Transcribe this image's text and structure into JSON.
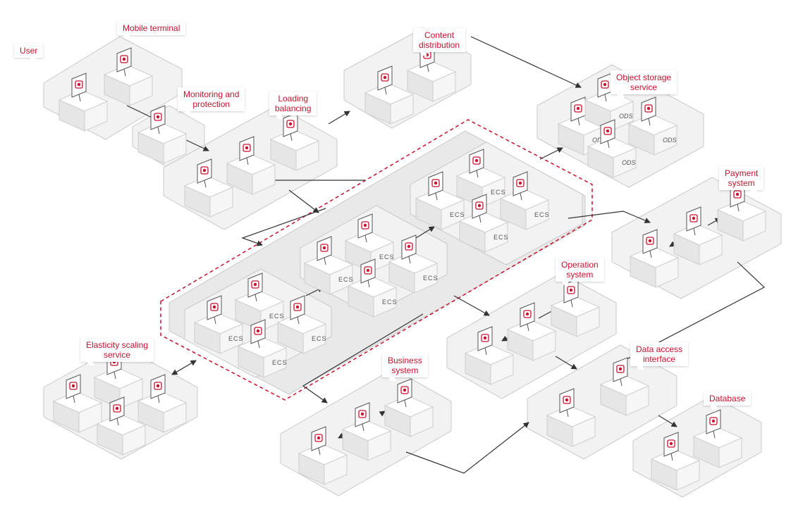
{
  "labels": {
    "user": "User",
    "mobile_terminal": "Mobile terminal",
    "monitoring": "Monitoring and\nprotection",
    "loading_balancing": "Loading\nbalancing",
    "content_distribution": "Content\ndistribution",
    "object_storage": "Object storage\nservice",
    "payment_system": "Payment\nsystem",
    "operation_system": "Operation\nsystem",
    "data_access": "Data access\ninterface",
    "database": "Database",
    "business_system": "Business\nsystem",
    "elasticity": "Elasticity scaling\nservice"
  },
  "box_tags": {
    "ecs": "ECS",
    "ods": "ODS"
  },
  "colors": {
    "accent": "#c7102e",
    "line": "#333333",
    "dashed_border": "#c7102e"
  }
}
